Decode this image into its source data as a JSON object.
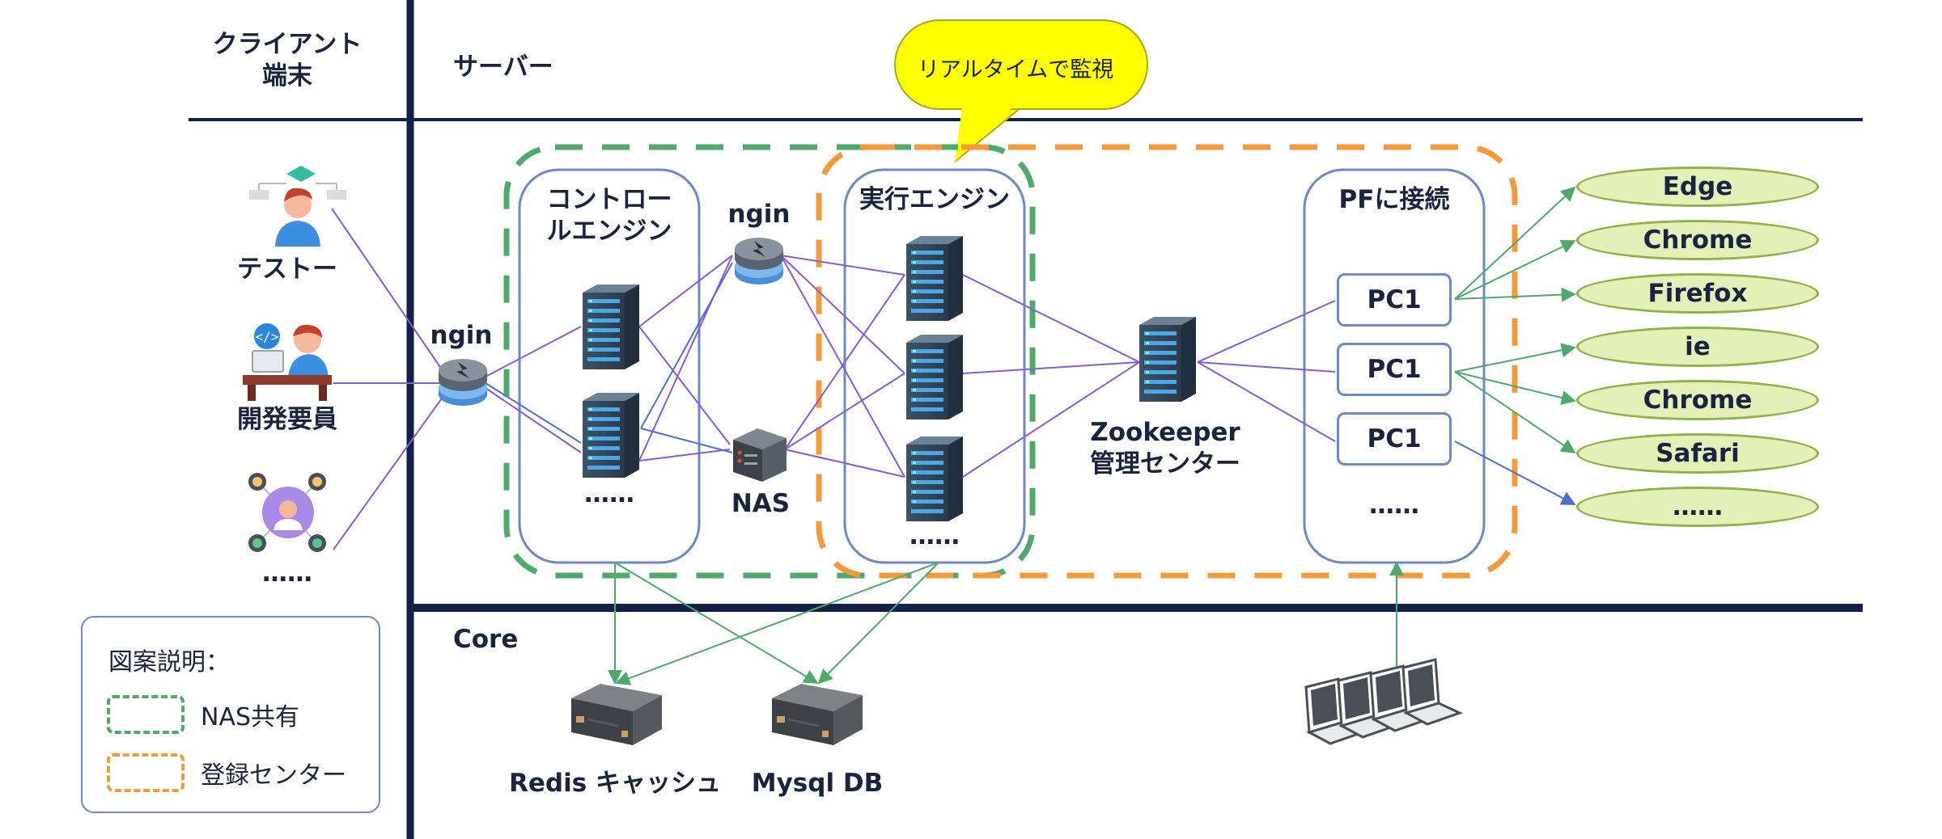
{
  "headers": {
    "client": "クライアント\n端末",
    "server": "サーバー",
    "core": "Core"
  },
  "callout": "リアルタイムで監視",
  "clients": {
    "tester": "テストー",
    "developer": "開発要員",
    "more": "……"
  },
  "nodes": {
    "nginx_main": "ngin",
    "nginx_inner": "ngin",
    "control_engine": "コントロー\nルエンジン",
    "control_more": "……",
    "nas": "NAS",
    "exec_engine": "実行エンジン",
    "exec_more": "……",
    "zookeeper": "Zookeeper\n管理センター",
    "pf_connect": "PFに接続",
    "pc_more": "……",
    "redis": "Redis キャッシュ",
    "mysql": "Mysql DB"
  },
  "pcs": [
    "PC1",
    "PC1",
    "PC1"
  ],
  "browsers": [
    "Edge",
    "Chrome",
    "Firefox",
    "ie",
    "Chrome",
    "Safari",
    "……"
  ],
  "legend": {
    "title": "図案説明：",
    "nas_share": "NAS共有",
    "registry": "登録センター"
  },
  "colors": {
    "nas_share_border": "#4fa96b",
    "registry_border": "#f59a3c",
    "lane_divider": "#13214a",
    "node_box": "#6d8ac4",
    "purple_link": "#8a5bd6",
    "green_link": "#4fa96b",
    "blue_link": "#4f6fd0",
    "callout_fill": "#ffff00",
    "browser_fill": "#e3f1b8"
  }
}
